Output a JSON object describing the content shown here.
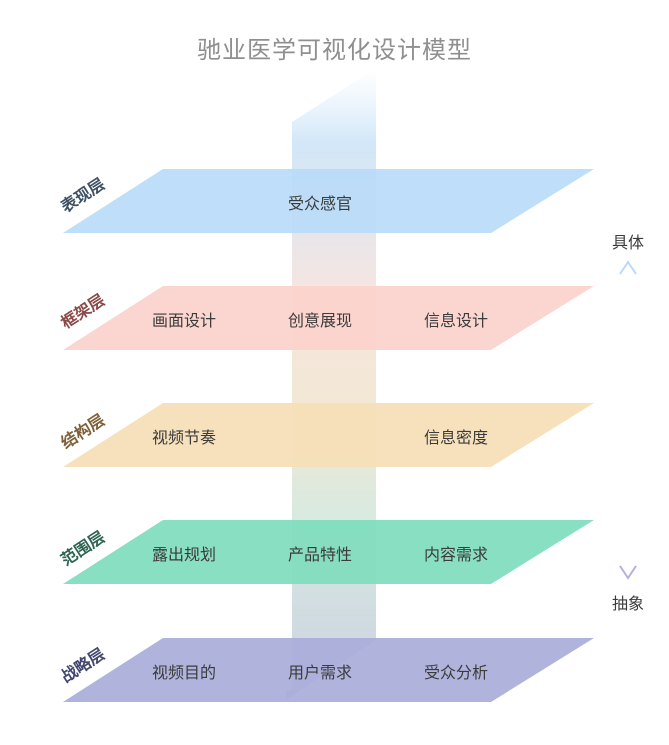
{
  "title": "驰业医学可视化设计模型",
  "axis": {
    "top_label": "具体",
    "bottom_label": "抽象"
  },
  "layers": [
    {
      "label": "表现层",
      "label_color": "#3d5064",
      "fill": "#b9dbf8",
      "items": [
        "",
        "受众感官",
        ""
      ]
    },
    {
      "label": "框架层",
      "label_color": "#8a4a48",
      "fill": "#fbd2cc",
      "items": [
        "画面设计",
        "创意展现",
        "信息设计"
      ]
    },
    {
      "label": "结构层",
      "label_color": "#7d6038",
      "fill": "#f5deb6",
      "items": [
        "视频节奏",
        "",
        "信息密度"
      ]
    },
    {
      "label": "范围层",
      "label_color": "#2e6452",
      "fill": "#7fdcbd",
      "items": [
        "露出规划",
        "产品特性",
        "内容需求"
      ]
    },
    {
      "label": "战略层",
      "label_color": "#44476e",
      "fill": "#a9add9",
      "items": [
        "视频目的",
        "用户需求",
        "受众分析"
      ]
    }
  ]
}
